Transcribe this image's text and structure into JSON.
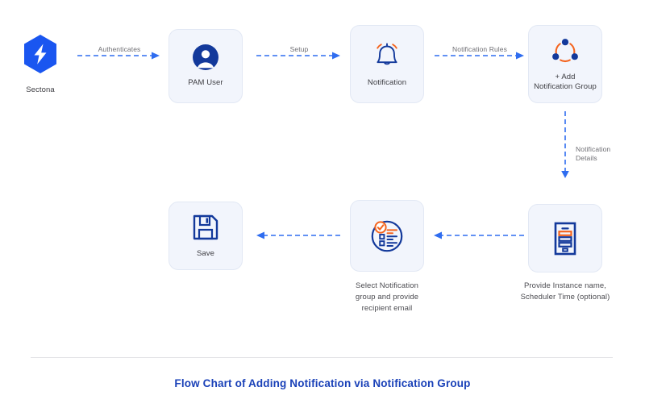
{
  "colors": {
    "brand_blue": "#1a56f0",
    "icon_navy": "#13399b",
    "icon_navy_dark": "#0f2e8c",
    "accent_orange": "#f4641e",
    "arrow_blue": "#2f6df0",
    "card_bg": "#f2f5fc",
    "label_gray": "#3c3c41",
    "connector_label_gray": "#6e6e73",
    "title_blue": "#1a41b8"
  },
  "nodes": {
    "sectona": {
      "label": "Sectona",
      "icon": "sectona-hexagon-bolt-icon"
    },
    "pam_user": {
      "label": "PAM User",
      "icon": "user-avatar-icon"
    },
    "notification": {
      "label": "Notification",
      "icon": "bell-icon"
    },
    "add_group": {
      "label": "+ Add\nNotification Group",
      "icon": "group-dots-icon"
    },
    "instance": {
      "caption": "Provide Instance name,\nScheduler Time (optional)",
      "icon": "form-document-icon"
    },
    "select_group": {
      "caption": "Select Notification\ngroup and provide\nrecipient email",
      "icon": "checklist-circle-icon"
    },
    "save": {
      "label": "Save",
      "icon": "floppy-save-icon"
    }
  },
  "connectors": [
    {
      "id": "sectona-to-pamuser",
      "label": "Authenticates",
      "direction": "right"
    },
    {
      "id": "pamuser-to-notification",
      "label": "Setup",
      "direction": "right"
    },
    {
      "id": "notification-to-addgroup",
      "label": "Notification Rules",
      "direction": "right"
    },
    {
      "id": "addgroup-to-instance",
      "label": "Notification\nDetails",
      "direction": "down"
    },
    {
      "id": "instance-to-selectgroup",
      "label": "",
      "direction": "left"
    },
    {
      "id": "selectgroup-to-save",
      "label": "",
      "direction": "left"
    }
  ],
  "footer": {
    "title": "Flow Chart of Adding Notification via Notification Group"
  }
}
